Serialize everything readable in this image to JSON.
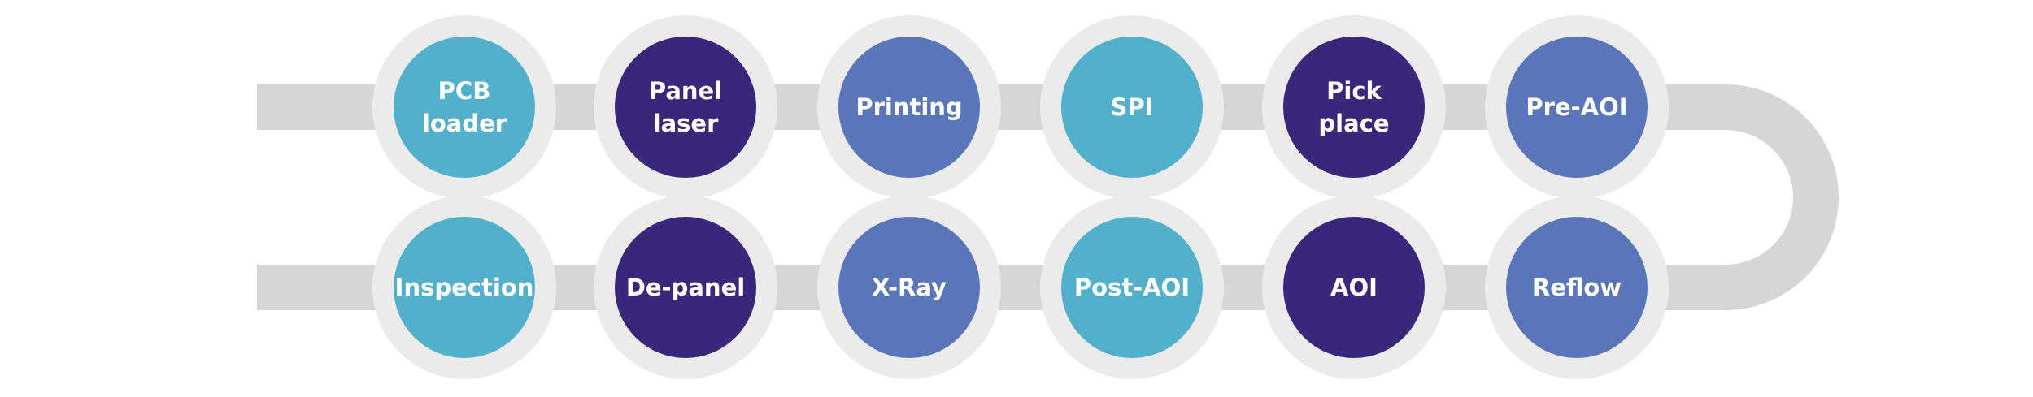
{
  "colors": {
    "track": "#d6d6d6",
    "ring": "#ebebeb",
    "label": "#ffffff",
    "teal": "#53b0ca",
    "navy": "#39287a",
    "blue": "#5a76b8"
  },
  "process": {
    "top_row": [
      {
        "label": "PCB\nloader",
        "color": "teal"
      },
      {
        "label": "Panel\nlaser",
        "color": "navy"
      },
      {
        "label": "Printing",
        "color": "blue"
      },
      {
        "label": "SPI",
        "color": "teal"
      },
      {
        "label": "Pick\nplace",
        "color": "navy"
      },
      {
        "label": "Pre-AOI",
        "color": "blue"
      }
    ],
    "bottom_row": [
      {
        "label": "Inspection",
        "color": "teal"
      },
      {
        "label": "De-panel",
        "color": "navy"
      },
      {
        "label": "X-Ray",
        "color": "blue"
      },
      {
        "label": "Post-AOI",
        "color": "teal"
      },
      {
        "label": "AOI",
        "color": "navy"
      },
      {
        "label": "Reflow",
        "color": "blue"
      }
    ]
  }
}
